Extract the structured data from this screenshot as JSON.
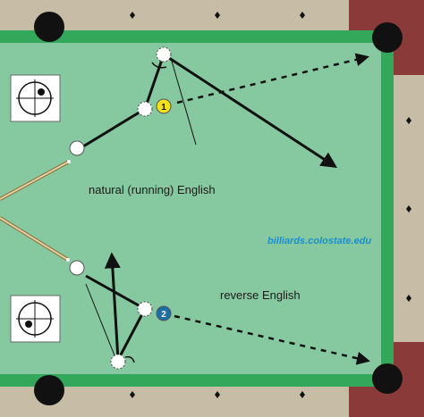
{
  "labels": {
    "natural": "natural (running) English",
    "reverse": "reverse English",
    "credit": "billiards.colostate.edu"
  },
  "balls": {
    "one": "1",
    "two": "2"
  },
  "colors": {
    "felt": "#86c9a0",
    "cushion": "#34a85a",
    "rail": "#c7bda7",
    "corner": "#8b3a3a",
    "ball_one": "#f2e21b",
    "ball_two": "#1b6ea8",
    "credit": "#1a8fd0"
  }
}
